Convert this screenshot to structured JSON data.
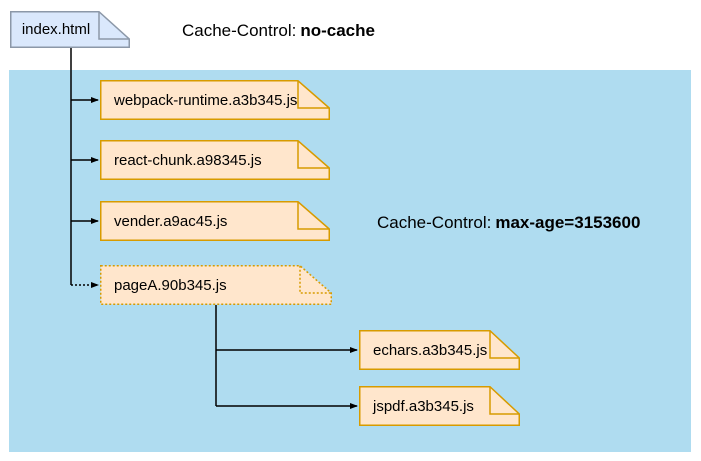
{
  "root": {
    "name": "index.html"
  },
  "captions": {
    "no_cache": {
      "prefix": "Cache-Control:",
      "value": "no-cache"
    },
    "max_age": {
      "prefix": "Cache-Control:",
      "value": "max-age=3153600"
    }
  },
  "files": [
    {
      "name": "webpack-runtime.a3b345.js",
      "border": "solid"
    },
    {
      "name": "react-chunk.a98345.js",
      "border": "solid"
    },
    {
      "name": "vender.a9ac45.js",
      "border": "solid"
    },
    {
      "name": "pageA.90b345.js",
      "border": "dotted"
    },
    {
      "name": "echars.a3b345.js",
      "border": "solid"
    },
    {
      "name": "jspdf.a3b345.js",
      "border": "solid"
    }
  ],
  "edges": [
    {
      "from": "index.html",
      "to": "webpack-runtime.a3b345.js",
      "style": "solid"
    },
    {
      "from": "index.html",
      "to": "react-chunk.a98345.js",
      "style": "solid"
    },
    {
      "from": "index.html",
      "to": "vender.a9ac45.js",
      "style": "solid"
    },
    {
      "from": "index.html",
      "to": "pageA.90b345.js",
      "style": "dotted"
    },
    {
      "from": "pageA.90b345.js",
      "to": "echars.a3b345.js",
      "style": "solid"
    },
    {
      "from": "pageA.90b345.js",
      "to": "jspdf.a3b345.js",
      "style": "solid"
    }
  ],
  "colors": {
    "zone_bg": "#afdcf0",
    "file_fill": "#ffe6cc",
    "file_border": "#d79b00",
    "root_fill": "#dae8fc",
    "root_border": "#8c98a8",
    "arrow": "#000000",
    "text": "#000000"
  }
}
